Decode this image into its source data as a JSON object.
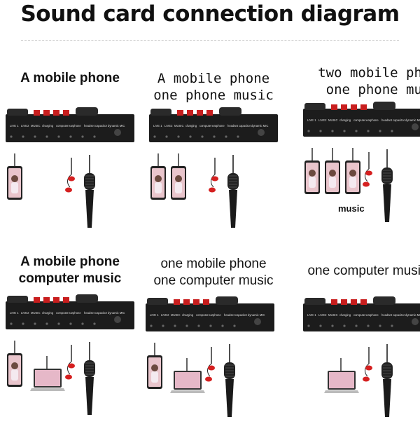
{
  "title": "Sound card connection diagram",
  "port_labels": [
    "LIVE 1",
    "LIVE2",
    "MUSIC",
    "charging",
    "computer",
    "earphone",
    "headset",
    "capacitor",
    "dynamic MIC"
  ],
  "panels": [
    {
      "caption": [
        "A mobile phone"
      ],
      "phones": 1,
      "laptop": false
    },
    {
      "caption": [
        "A mobile phone",
        "one phone music"
      ],
      "phones": 2,
      "laptop": false
    },
    {
      "caption": [
        "two mobile phor",
        "one phone mus"
      ],
      "phones": 3,
      "laptop": false,
      "extra_label": "music"
    },
    {
      "caption": [
        "A mobile phone",
        "computer music"
      ],
      "phones": 1,
      "laptop": true
    },
    {
      "caption": [
        "one mobile phone",
        "one computer music"
      ],
      "phones": 1,
      "laptop": true
    },
    {
      "caption": [
        "one computer music"
      ],
      "phones": 0,
      "laptop": true
    }
  ],
  "colors": {
    "device_body": "#1c1c1c",
    "knob_red": "#c81e1e",
    "headphone_red": "#d52020",
    "phone_screen": "#e9c5cc",
    "laptop_screen": "#e6b8c8"
  },
  "icons": [
    "sound-card-icon",
    "smartphone-icon",
    "laptop-icon",
    "earphones-icon",
    "microphone-icon"
  ]
}
